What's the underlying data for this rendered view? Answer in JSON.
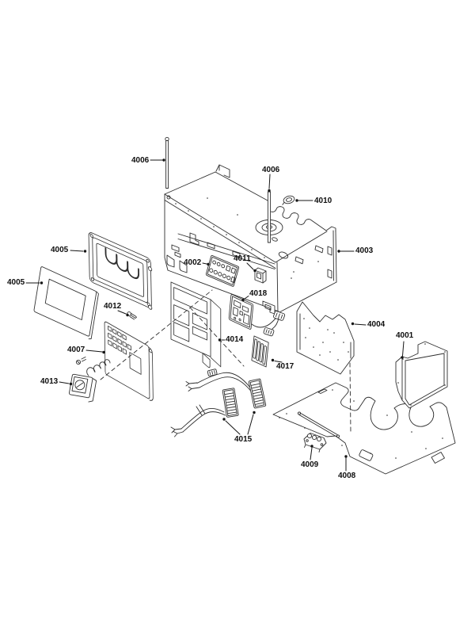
{
  "figure": {
    "background_color": "#ffffff",
    "line_color": "#2e2e2e",
    "label_color": "#0e0e0e"
  },
  "callouts": [
    {
      "text": "4006"
    },
    {
      "text": "4006"
    },
    {
      "text": "4010"
    },
    {
      "text": "4003"
    },
    {
      "text": "4002"
    },
    {
      "text": "4011"
    },
    {
      "text": "4018"
    },
    {
      "text": "4005"
    },
    {
      "text": "4005"
    },
    {
      "text": "4012"
    },
    {
      "text": "4007"
    },
    {
      "text": "4013"
    },
    {
      "text": "4014"
    },
    {
      "text": "4017"
    },
    {
      "text": "4015"
    },
    {
      "text": "4009"
    },
    {
      "text": "4008"
    },
    {
      "text": "4004"
    },
    {
      "text": "4001"
    }
  ]
}
